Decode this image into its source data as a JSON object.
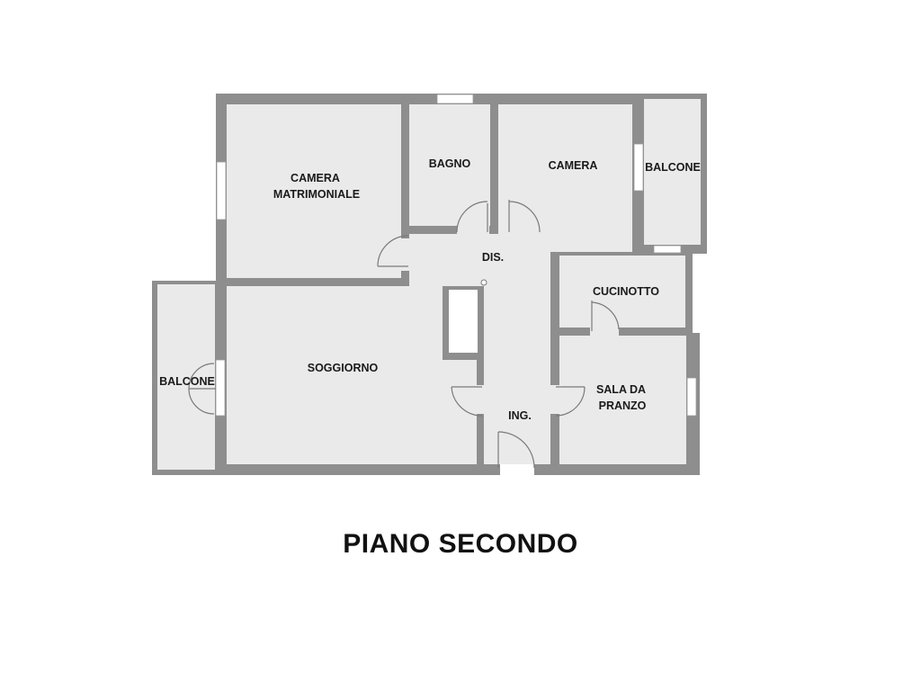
{
  "plan": {
    "title": "PIANO SECONDO",
    "colors": {
      "wall": "#8e8e8e",
      "floor": "#eaeaea",
      "background": "#ffffff",
      "door_swing": "#7a7a7a"
    },
    "rooms": {
      "camera_matrimoniale": [
        "CAMERA",
        "MATRIMONIALE"
      ],
      "bagno": "BAGNO",
      "camera": "CAMERA",
      "balcone_right": "BALCONE",
      "dis": "DIS.",
      "cucinotto": "CUCINOTTO",
      "soggiorno": "SOGGIORNO",
      "balcone_left": "BALCONE",
      "ing": "ING.",
      "sala_da_pranzo": [
        "SALA DA",
        "PRANZO"
      ]
    }
  }
}
